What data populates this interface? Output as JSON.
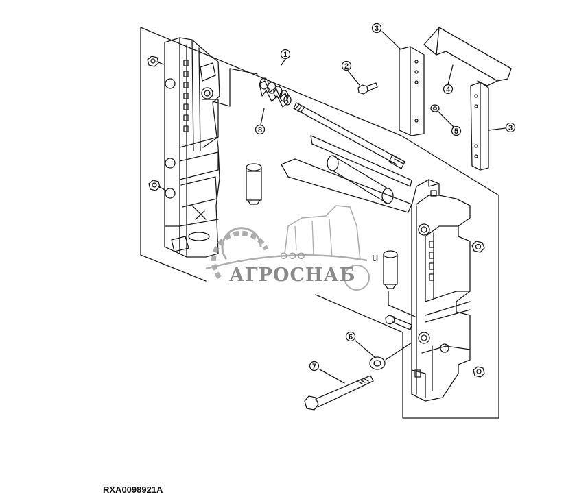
{
  "figure_code": "RXA0098921A",
  "watermark": {
    "prefix": "ООО",
    "name": "АГРОСНАБ"
  },
  "callouts": [
    {
      "id": "callout-1",
      "label": "1"
    },
    {
      "id": "callout-2",
      "label": "2"
    },
    {
      "id": "callout-3a",
      "label": "3"
    },
    {
      "id": "callout-3b",
      "label": "3"
    },
    {
      "id": "callout-4",
      "label": "4"
    },
    {
      "id": "callout-5",
      "label": "5"
    },
    {
      "id": "callout-6",
      "label": "6"
    },
    {
      "id": "callout-7",
      "label": "7"
    },
    {
      "id": "callout-8",
      "label": "8"
    }
  ],
  "stray_glyph": "u",
  "colors": {
    "line": "#1a1a1a",
    "watermark": "#8a8a8a",
    "background": "#ffffff"
  }
}
